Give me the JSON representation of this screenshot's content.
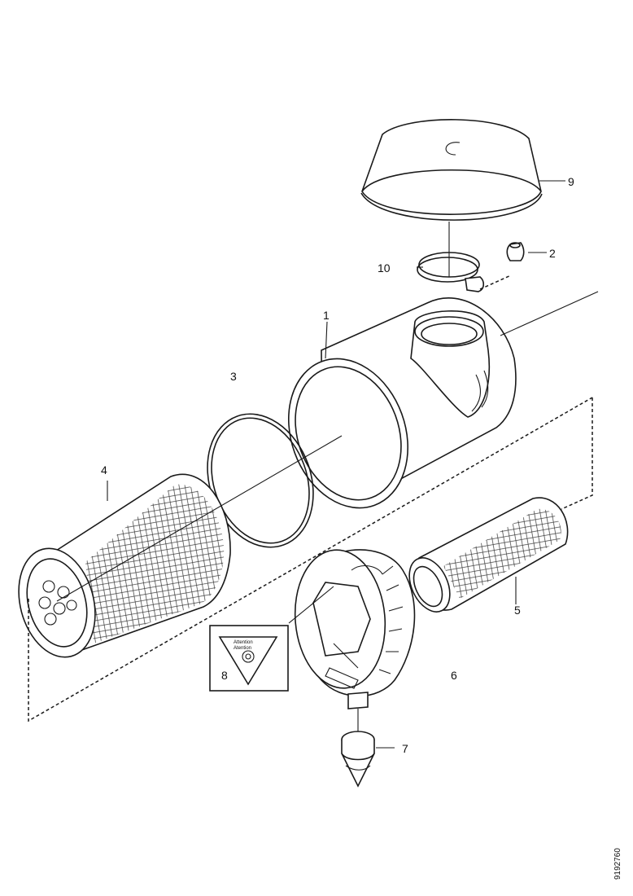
{
  "callouts": {
    "p1": "1",
    "p2": "2",
    "p3": "3",
    "p4": "4",
    "p5": "5",
    "p6": "6",
    "p7": "7",
    "p8": "8",
    "p9": "9",
    "p10": "10"
  },
  "warning_label": {
    "line1": "Attention",
    "line2": "Atention"
  },
  "document_id": "9192760"
}
